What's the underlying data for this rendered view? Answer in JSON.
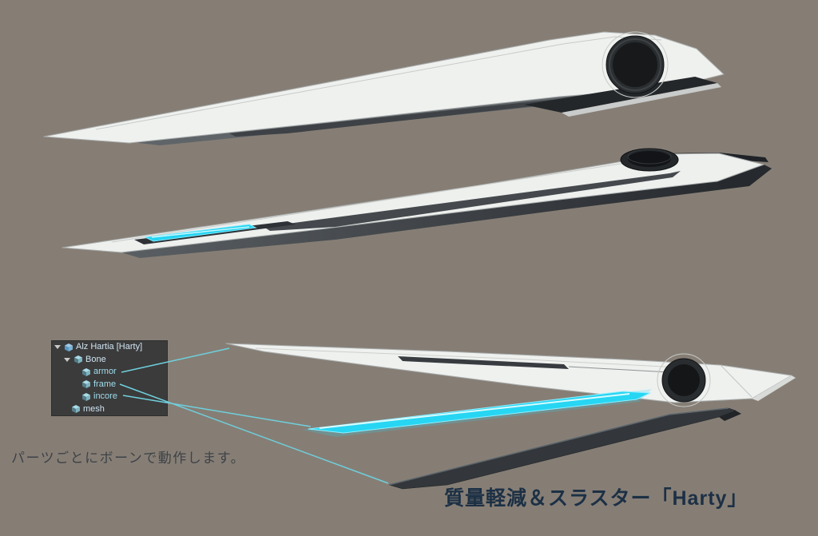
{
  "scene": {
    "background_color": "#867e75",
    "note": "パーツごとにボーンで動作します。",
    "product_title": "質量軽減＆スラスター「Harty」"
  },
  "hierarchy_panel": {
    "items": [
      {
        "label": "Alz Hartia [Harty]",
        "depth": 0,
        "expanded": true,
        "icon": "prefab-cube-icon"
      },
      {
        "label": "Bone",
        "depth": 1,
        "expanded": true,
        "icon": "cube-icon"
      },
      {
        "label": "armor",
        "depth": 2,
        "icon": "cube-icon"
      },
      {
        "label": "frame",
        "depth": 2,
        "icon": "cube-icon"
      },
      {
        "label": "incore",
        "depth": 2,
        "icon": "cube-icon"
      },
      {
        "label": "mesh",
        "depth": 1,
        "icon": "cube-icon"
      }
    ]
  },
  "colors": {
    "background": "#867e75",
    "accent_cyan": "#26d6f3",
    "callout_line": "#6fd0de",
    "armor_white": "#eff1ef",
    "frame_dark": "#33363a",
    "panel_background": "#3b3b3b",
    "note_text": "#3e4247",
    "title_text": "#1c3045"
  }
}
